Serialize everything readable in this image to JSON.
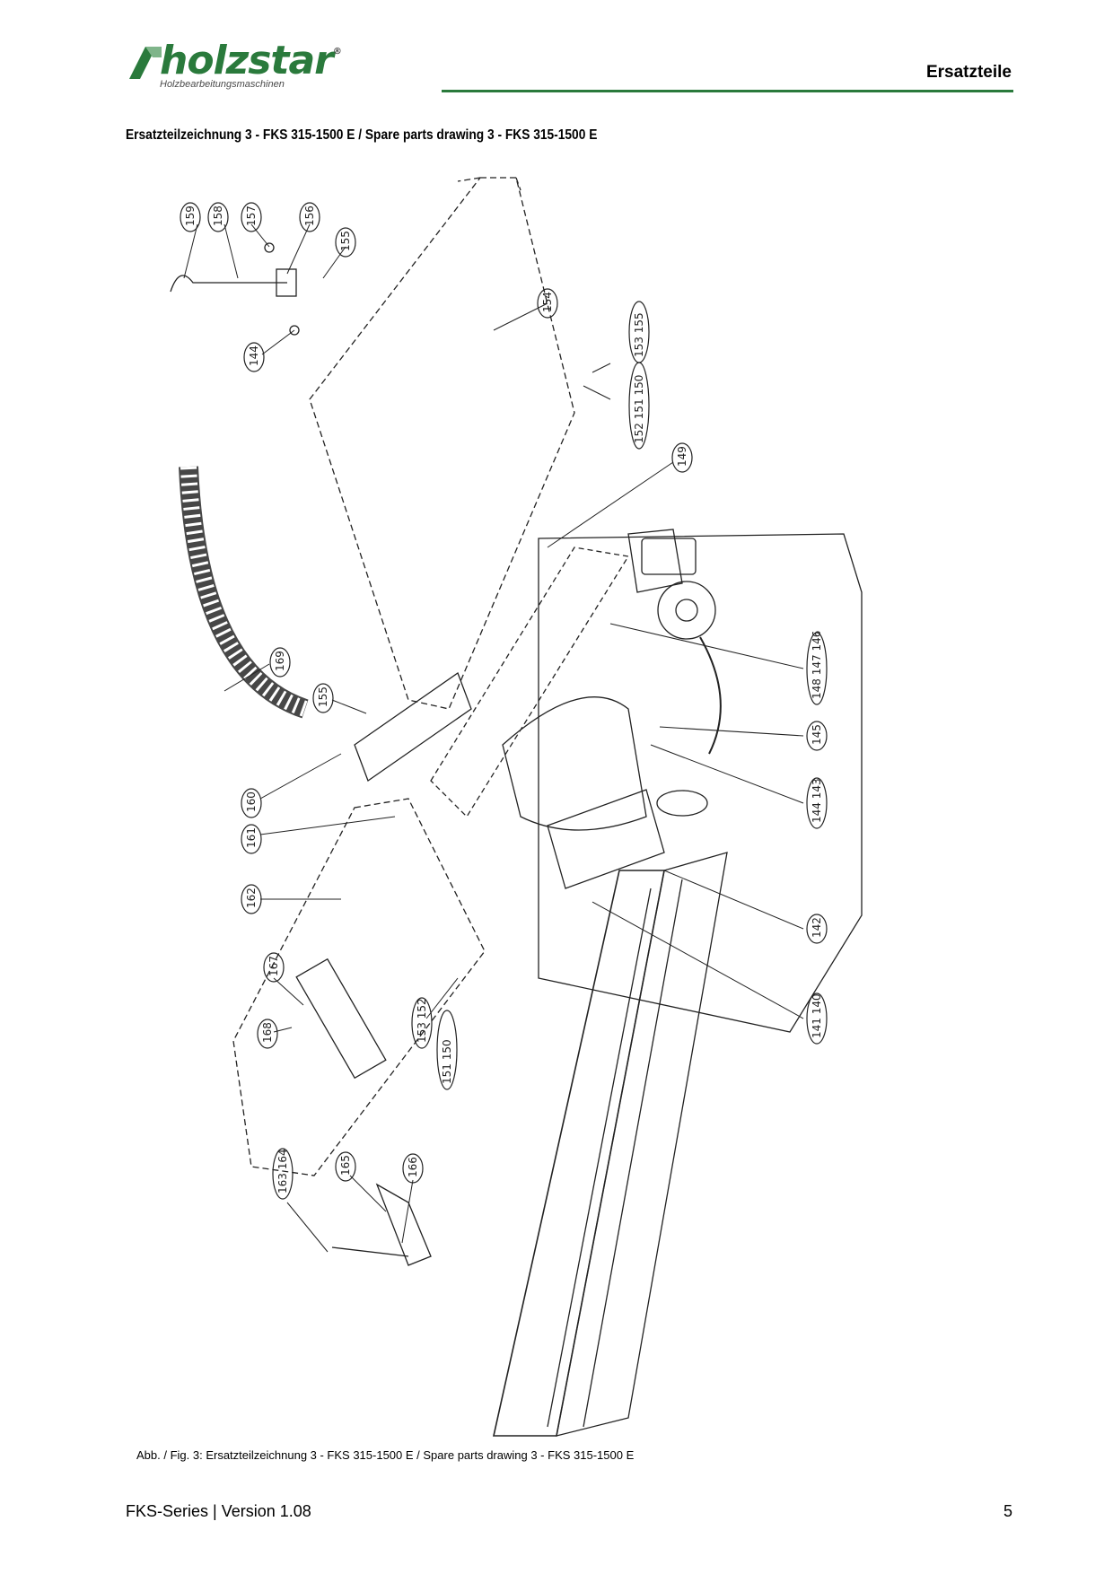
{
  "header": {
    "logo_name": "holzstar",
    "logo_registered": "®",
    "logo_tagline": "Holzbearbeitungsmaschinen",
    "section_title": "Ersatzteile",
    "accent_color": "#2a7a3c"
  },
  "drawing": {
    "title": "Ersatzteilzeichnung 3 - FKS 315-1500 E / Spare parts drawing 3 - FKS 315-1500 E",
    "callouts": [
      "159",
      "158",
      "157",
      "156",
      "155",
      "154",
      "144",
      "153",
      "155",
      "152",
      "151",
      "150",
      "149",
      "169",
      "155",
      "148",
      "147",
      "146",
      "145",
      "144",
      "143",
      "160",
      "161",
      "162",
      "142",
      "141",
      "140",
      "167",
      "153",
      "152",
      "151",
      "150",
      "168",
      "163",
      "164",
      "165",
      "166"
    ]
  },
  "caption": "Abb. / Fig. 3: Ersatzteilzeichnung 3 - FKS 315-1500 E / Spare parts drawing 3 - FKS 315-1500 E",
  "footer": {
    "version": "FKS-Series | Version 1.08",
    "page": "5"
  }
}
